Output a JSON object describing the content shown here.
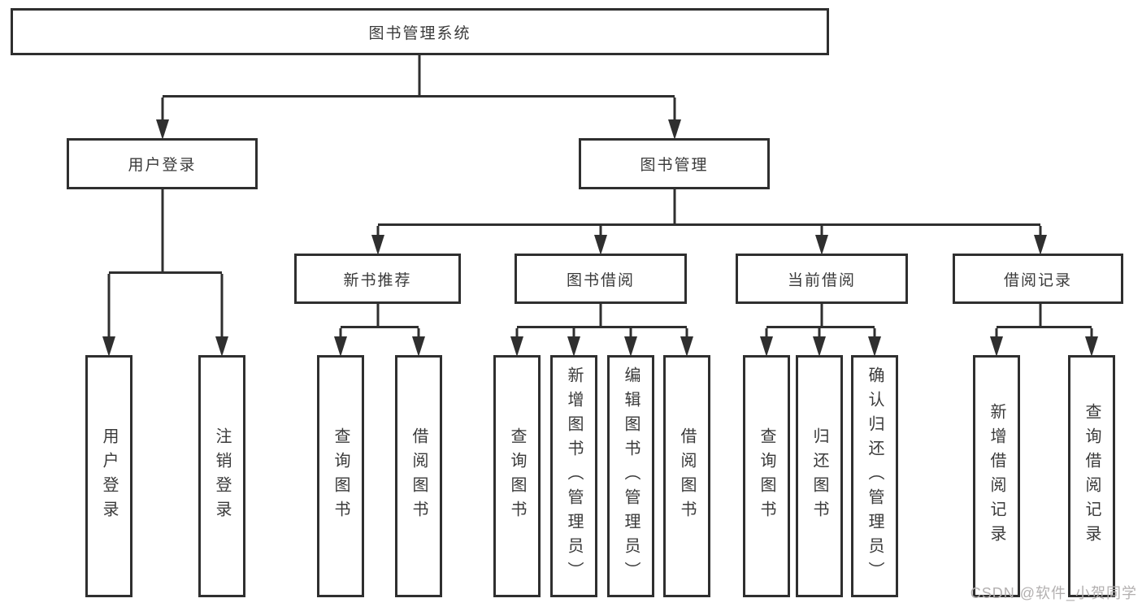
{
  "diagram": {
    "root": {
      "label": "图书管理系统"
    },
    "level2": [
      {
        "label": "用户登录"
      },
      {
        "label": "图书管理"
      }
    ],
    "level3": [
      {
        "label": "新书推荐"
      },
      {
        "label": "图书借阅"
      },
      {
        "label": "当前借阅"
      },
      {
        "label": "借阅记录"
      }
    ],
    "leaves": {
      "user_login": [
        {
          "label": "用户登录"
        },
        {
          "label": "注销登录"
        }
      ],
      "new_book_recommend": [
        {
          "label": "查询图书"
        },
        {
          "label": "借阅图书"
        }
      ],
      "book_borrow": [
        {
          "label": "查询图书"
        },
        {
          "label": "新增图书（管理员）"
        },
        {
          "label": "编辑图书（管理员）"
        },
        {
          "label": "借阅图书"
        }
      ],
      "current_borrow": [
        {
          "label": "查询图书"
        },
        {
          "label": "归还图书"
        },
        {
          "label": "确认归还（管理员）"
        }
      ],
      "borrow_records": [
        {
          "label": "新增借阅记录"
        },
        {
          "label": "查询借阅记录"
        }
      ]
    }
  },
  "watermark": {
    "text": "CSDN @软件_小贺同学"
  },
  "colors": {
    "line": "#2f2f2f",
    "text": "#3a3a3a",
    "box_fill": "#ffffff",
    "watermark": "#b3b0b0",
    "background": "#ffffff"
  }
}
